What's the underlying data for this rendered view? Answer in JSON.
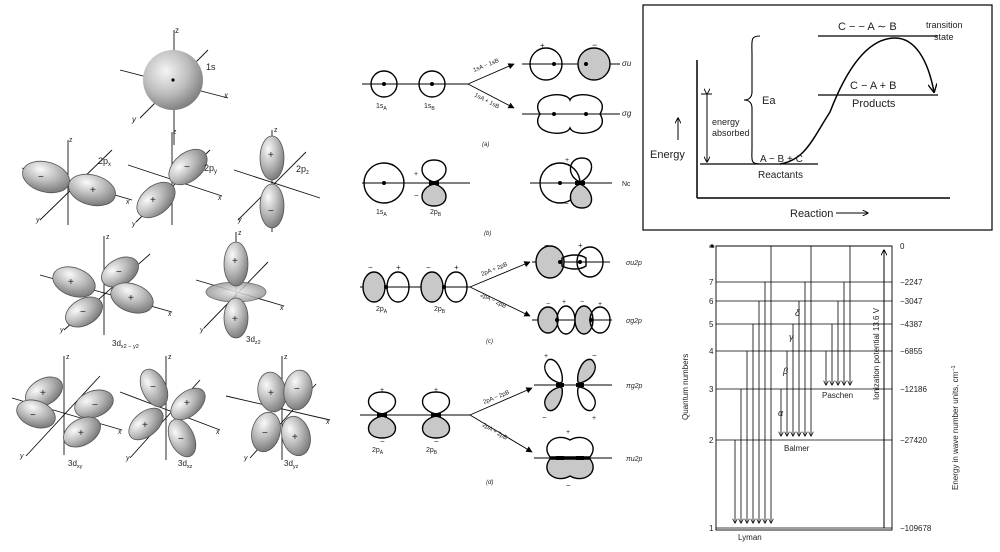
{
  "orbitals": {
    "axis_x": "x",
    "axis_y": "y",
    "axis_z": "z",
    "plus": "+",
    "minus": "−",
    "s1": "1s",
    "p": [
      "2p",
      "2p",
      "2p"
    ],
    "p_sub": [
      "x",
      "y",
      "z"
    ],
    "d_top": [
      "3d",
      "3d"
    ],
    "d_top_sub": [
      "x2 − y2",
      "z2"
    ],
    "d_bottom": [
      "3d",
      "3d",
      "3d"
    ],
    "d_bottom_sub": [
      "xy",
      "xz",
      "yz"
    ]
  },
  "mo": {
    "a": {
      "left": "1s",
      "left_sub": "A",
      "right": "1s",
      "right_sub": "B",
      "arrow_up": "1sA − 1sB",
      "arrow_down": "1sA + 1sB",
      "top": "σu",
      "bottom": "σg",
      "caption": "(a)"
    },
    "b": {
      "left": "1s",
      "left_sub": "A",
      "right": "2p",
      "right_sub": "B",
      "result": "Nc",
      "caption": "(b)"
    },
    "c": {
      "left": "2p",
      "left_sub": "A",
      "right": "2p",
      "right_sub": "B",
      "arrow_up": "2pA + 2pB",
      "arrow_down": "2pA − 2pB",
      "top": "σu2p",
      "bottom": "σg2p",
      "caption": "(c)"
    },
    "d": {
      "left": "2p",
      "left_sub": "A",
      "right": "2p",
      "right_sub": "B",
      "arrow_up": "2pA − 2pB",
      "arrow_down": "2pA + 2pB",
      "top": "πg2p",
      "bottom": "πu2p",
      "caption": "(d)"
    }
  },
  "energy": {
    "transition": "C − − A ∼ B",
    "transition_state": "transition",
    "transition_state2": "state",
    "products_formula": "C − A + B",
    "products": "Products",
    "ea": "Ea",
    "energy_absorbed": "energy",
    "energy_absorbed2": "absorbed",
    "reactants_formula": "A − B + C",
    "reactants": "Reactants",
    "y_label": "Energy",
    "x_label": "Reaction"
  },
  "hydrogen": {
    "levels": [
      {
        "n": "1",
        "energy": "−109678"
      },
      {
        "n": "2",
        "energy": "−27420"
      },
      {
        "n": "3",
        "energy": "−12186"
      },
      {
        "n": "4",
        "energy": "−6855"
      },
      {
        "n": "5",
        "energy": "−4387"
      },
      {
        "n": "6",
        "energy": "−3047"
      },
      {
        "n": "7",
        "energy": "−2247"
      },
      {
        "n": "∞",
        "energy": "0"
      }
    ],
    "series": [
      "Lyman",
      "Balmer",
      "Paschen"
    ],
    "greek": [
      "α",
      "β",
      "γ",
      "δ"
    ],
    "left_axis": "Quantum numbers",
    "ionization": "Ionization potential 13.6 V",
    "right_axis": "Energy in wave number units, cm",
    "right_axis_sup": "−1"
  }
}
